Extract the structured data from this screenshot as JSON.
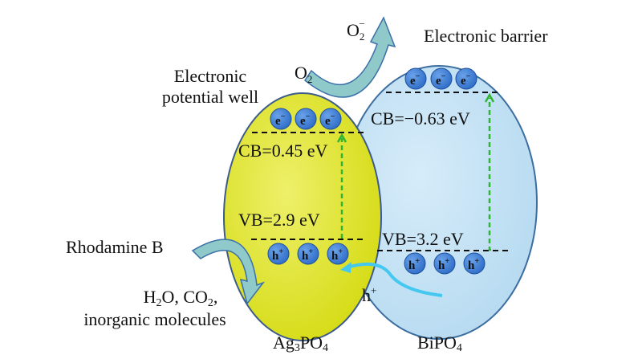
{
  "title": "Ag3PO4/BiPO4 charge transfer mechanism",
  "colors": {
    "ag3po4": "#e4e82a",
    "bipo4": "#c5e3f5",
    "carrier": "#3f7fd6",
    "transition": "#2fb52f",
    "arrow": "#8fc9c9",
    "hole_arrow": "#45c8ef"
  },
  "labels": {
    "electronic_barrier": "Electronic barrier",
    "potential_well_line1": "Electronic",
    "potential_well_line2": "potential well",
    "o2": "O",
    "o2_sub": "2",
    "superoxide": "O",
    "superoxide_sub": "2",
    "superoxide_sup": "−",
    "rhodamine": "Rhodamine B",
    "products_line1_a": "H",
    "products_line1_b": "2",
    "products_line1_c": "O, CO",
    "products_line1_d": "2",
    "products_line1_e": ",",
    "products_line2": "inorganic molecules",
    "hole_transfer": "h",
    "hole_transfer_sup": "+"
  },
  "ag3po4": {
    "name_a": "Ag",
    "name_b": "3",
    "name_c": "PO",
    "name_d": "4",
    "cb": "CB=0.45 eV",
    "vb": "VB=2.9 eV"
  },
  "bipo4": {
    "name_a": "BiPO",
    "name_b": "4",
    "cb": "CB=−0.63 eV",
    "vb": "VB=3.2 eV"
  },
  "carriers": {
    "electron": "e",
    "electron_sup": "−",
    "hole": "h",
    "hole_sup": "+"
  }
}
